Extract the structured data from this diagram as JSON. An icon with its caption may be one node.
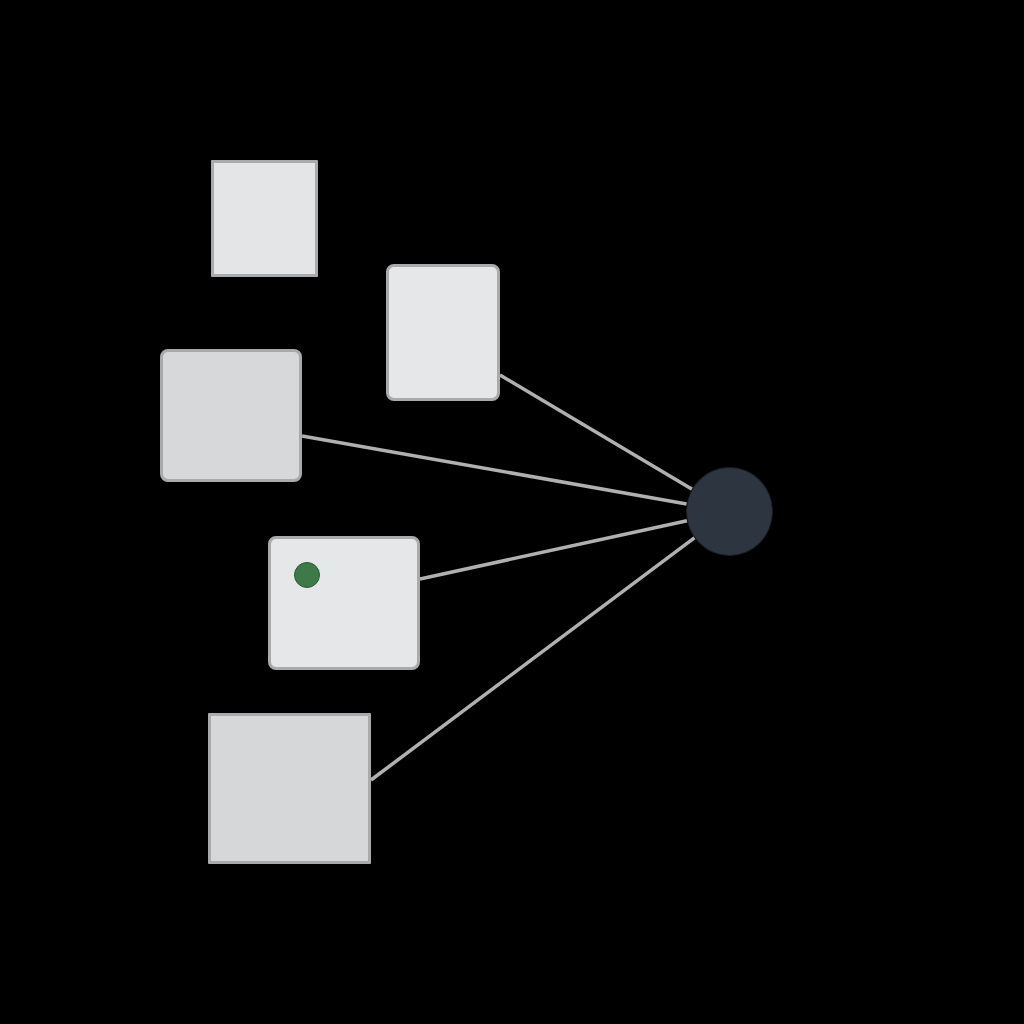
{
  "diagram": {
    "nodes": [
      {
        "text": [],
        "shape": "box"
      },
      {
        "text": [],
        "shape": "box"
      },
      {
        "text": [],
        "shape": "box"
      },
      {
        "text": [],
        "shape": "box"
      },
      {
        "text": [],
        "shape": "box"
      },
      {
        "text": [],
        "shape": "circle"
      }
    ],
    "edges": [
      {
        "from": 1,
        "to": 5,
        "arrow": "none"
      },
      {
        "from": 2,
        "to": 5,
        "arrow": "none"
      },
      {
        "from": 3,
        "to": 5,
        "arrow": "none"
      },
      {
        "from": 4,
        "to": 5,
        "arrow": "none"
      }
    ]
  }
}
